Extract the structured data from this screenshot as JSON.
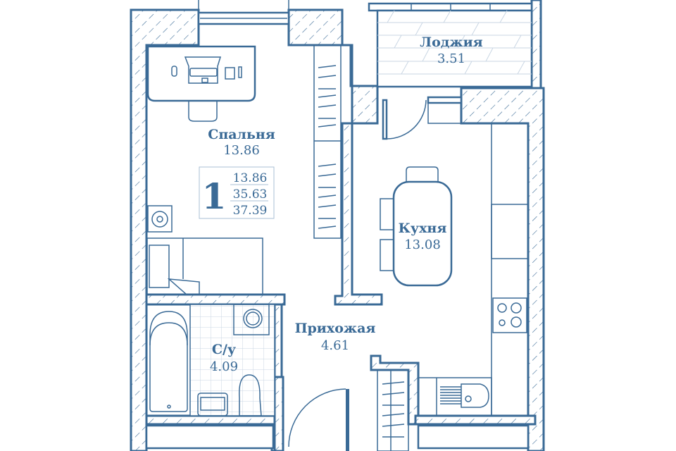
{
  "plan": {
    "accent_color": "#3a6a96",
    "rooms": [
      {
        "name": "Спальня",
        "area": "13.86"
      },
      {
        "name": "Лоджия",
        "area": "3.51"
      },
      {
        "name": "Кухня",
        "area": "13.08"
      },
      {
        "name": "Прихожая",
        "area": "4.61"
      },
      {
        "name": "С/у",
        "area": "4.09"
      }
    ],
    "summary": {
      "rooms_count": "1",
      "living_area": "13.86",
      "total_area": "35.63",
      "total_with_loggia": "37.39"
    }
  }
}
